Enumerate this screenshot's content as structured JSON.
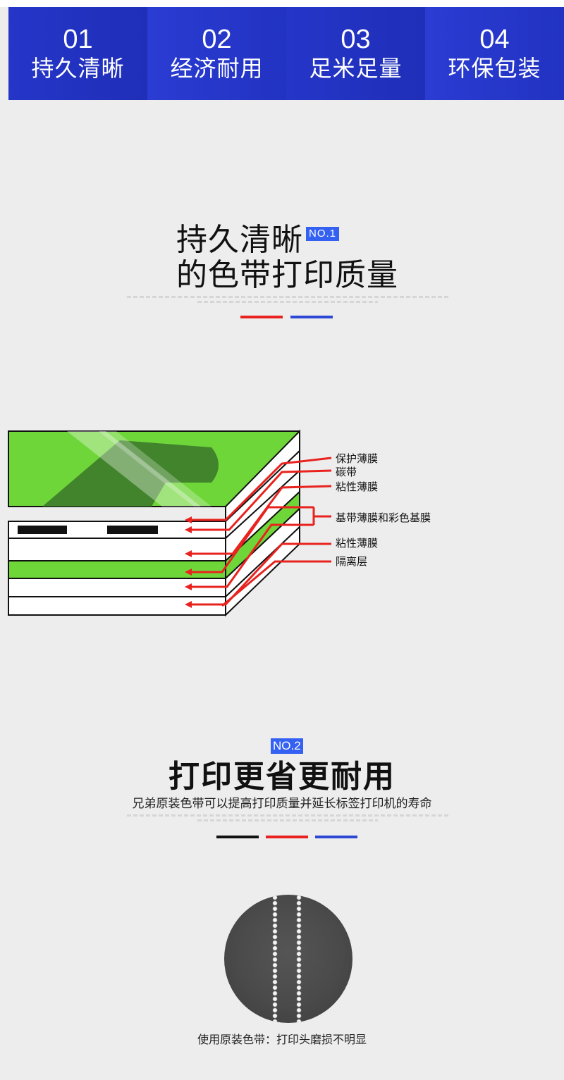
{
  "banner": {
    "items": [
      {
        "num": "01",
        "label": "持久清晰"
      },
      {
        "num": "02",
        "label": "经济耐用"
      },
      {
        "num": "03",
        "label": "足米足量"
      },
      {
        "num": "04",
        "label": "环保包装"
      }
    ]
  },
  "section1": {
    "title_line1": "持久清晰",
    "badge": "NO.1",
    "title_line2": "的色带打印质量"
  },
  "diagram": {
    "labels": [
      "保护薄膜",
      "碳带",
      "粘性薄膜",
      "基带薄膜和彩色基膜",
      "粘性薄膜",
      "隔离层"
    ],
    "colors": {
      "green": "#6fd63a",
      "dark_green": "#3e7f2a",
      "arrow_red": "#e8231f"
    }
  },
  "section2": {
    "badge": "NO.2",
    "title": "打印更省更耐用",
    "subtitle": "兄弟原装色带可以提高打印质量并延长标签打印机的寿命",
    "caption": "使用原装色带：打印头磨损不明显"
  },
  "colors": {
    "banner_blue": "#2334c4",
    "badge_blue": "#3461f2",
    "accent_red": "#e8231f",
    "accent_blue": "#2d48d4"
  }
}
